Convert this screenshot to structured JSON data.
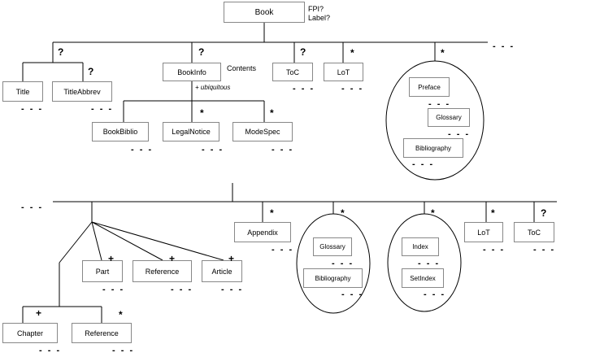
{
  "nodes": {
    "book": "Book",
    "title": "Title",
    "titleabbrev": "TitleAbbrev",
    "bookinfo": "BookInfo",
    "toc_top": "ToC",
    "lot_top": "LoT",
    "preface": "Preface",
    "glossary_top": "Glossary",
    "bibliography_top": "Bibliography",
    "bookbiblio": "BookBiblio",
    "legalnotice": "LegalNotice",
    "modespec": "ModeSpec",
    "appendix": "Appendix",
    "glossary_bottom": "Glossary",
    "bibliography_bottom": "Bibliography",
    "index": "Index",
    "setindex": "SetIndex",
    "lot_bottom": "LoT",
    "toc_bottom": "ToC",
    "part": "Part",
    "reference_mid": "Reference",
    "article": "Article",
    "chapter": "Chapter",
    "reference_low": "Reference"
  },
  "annotations": {
    "fpi": "FPI?",
    "label": "Label?",
    "contents": "Contents",
    "ubiquitous": "+ ubiquitous"
  },
  "symbols": {
    "optional": "?",
    "zero_or_more": "*",
    "one_or_more": "+",
    "continuation": "- - -"
  }
}
